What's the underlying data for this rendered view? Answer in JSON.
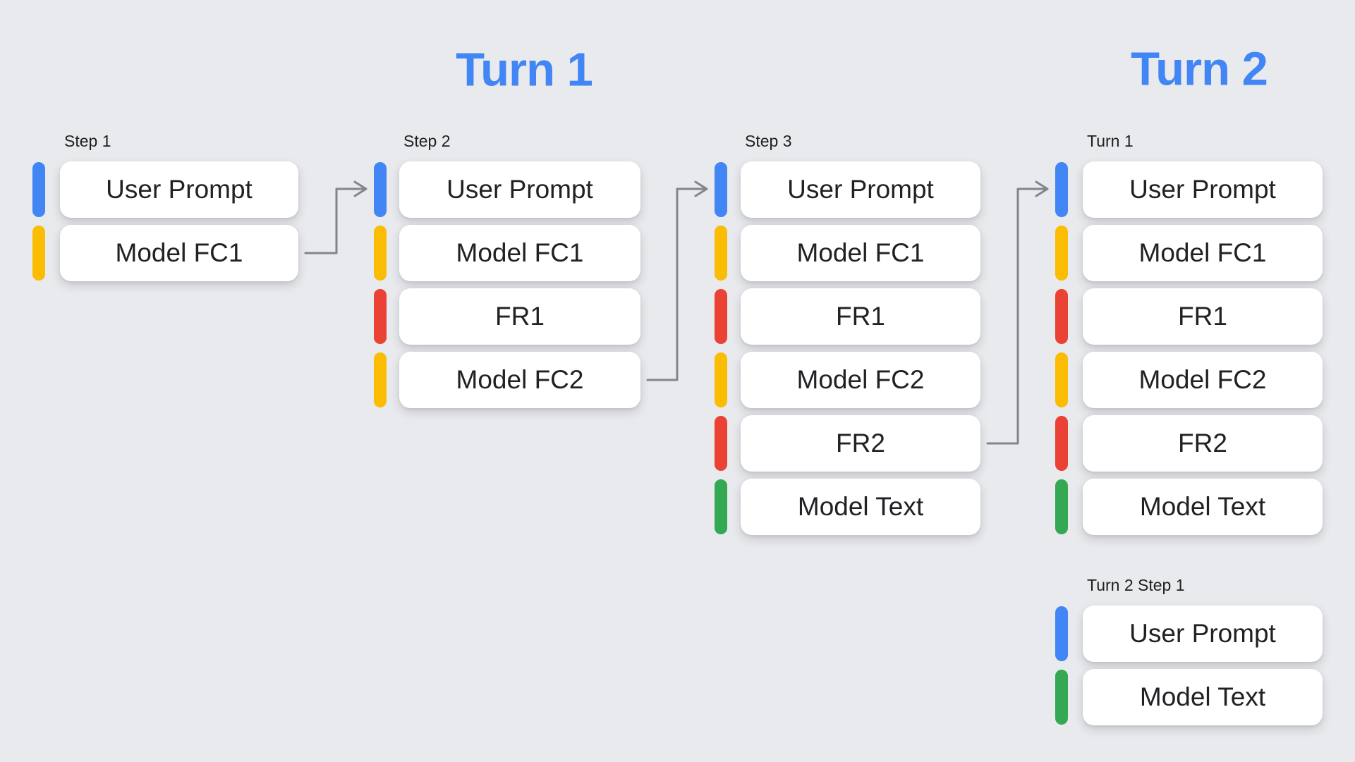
{
  "titles": [
    {
      "id": "turn-1",
      "text": "Turn 1"
    },
    {
      "id": "turn-2",
      "text": "Turn 2"
    }
  ],
  "palette": {
    "blue": "#4285F4",
    "yellow": "#FBBC04",
    "red": "#EA4335",
    "green": "#34A853",
    "title_blue": "#4285F4",
    "arrow_gray": "#80868B",
    "background": "#E8EAED",
    "box_fill": "#FFFFFF",
    "box_text": "#202124",
    "label_text": "#1F1F1F"
  },
  "columns": [
    {
      "label": "Step 1",
      "items": [
        {
          "label": "User Prompt",
          "color": "blue"
        },
        {
          "label": "Model FC1",
          "color": "yellow"
        }
      ]
    },
    {
      "label": "Step 2",
      "items": [
        {
          "label": "User Prompt",
          "color": "blue"
        },
        {
          "label": "Model FC1",
          "color": "yellow"
        },
        {
          "label": "FR1",
          "color": "red"
        },
        {
          "label": "Model FC2",
          "color": "yellow"
        }
      ]
    },
    {
      "label": "Step 3",
      "items": [
        {
          "label": "User Prompt",
          "color": "blue"
        },
        {
          "label": "Model FC1",
          "color": "yellow"
        },
        {
          "label": "FR1",
          "color": "red"
        },
        {
          "label": "Model FC2",
          "color": "yellow"
        },
        {
          "label": "FR2",
          "color": "red"
        },
        {
          "label": "Model Text",
          "color": "green"
        }
      ]
    },
    {
      "label": "Turn 1",
      "items": [
        {
          "label": "User Prompt",
          "color": "blue"
        },
        {
          "label": "Model FC1",
          "color": "yellow"
        },
        {
          "label": "FR1",
          "color": "red"
        },
        {
          "label": "Model FC2",
          "color": "yellow"
        },
        {
          "label": "FR2",
          "color": "red"
        },
        {
          "label": "Model Text",
          "color": "green"
        }
      ]
    },
    {
      "label": "Turn 2 Step 1",
      "items": [
        {
          "label": "User Prompt",
          "color": "blue"
        },
        {
          "label": "Model Text",
          "color": "green"
        }
      ]
    }
  ],
  "arrows": [
    {
      "from_col": 0,
      "from_item": 1,
      "to_col": 1,
      "to_item": 0
    },
    {
      "from_col": 1,
      "from_item": 3,
      "to_col": 2,
      "to_item": 0
    },
    {
      "from_col": 2,
      "from_item": 4,
      "to_col": 3,
      "to_item": 0
    }
  ]
}
